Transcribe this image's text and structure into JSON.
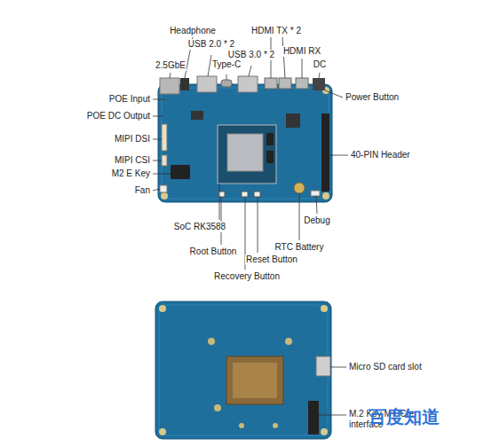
{
  "diagram": {
    "labels": [
      "Headphone",
      "USB 2.0 * 2",
      "HDMI TX * 2",
      "USB 3.0 * 2",
      "Type-C",
      "HDMI RX",
      "DC",
      "2.5GbE",
      "POE Input",
      "Power Button",
      "POE DC Output",
      "MIPI DSI",
      "40-PIN Header",
      "MIPI CSI",
      "M2 E Key",
      "Fan",
      "Debug",
      "SoC RK3588",
      "RTC Battery",
      "Root Button",
      "Reset Button",
      "Recovery Button",
      "Micro SD card slot",
      "M.2 Key M PCIe interface",
      "百度知道"
    ]
  }
}
